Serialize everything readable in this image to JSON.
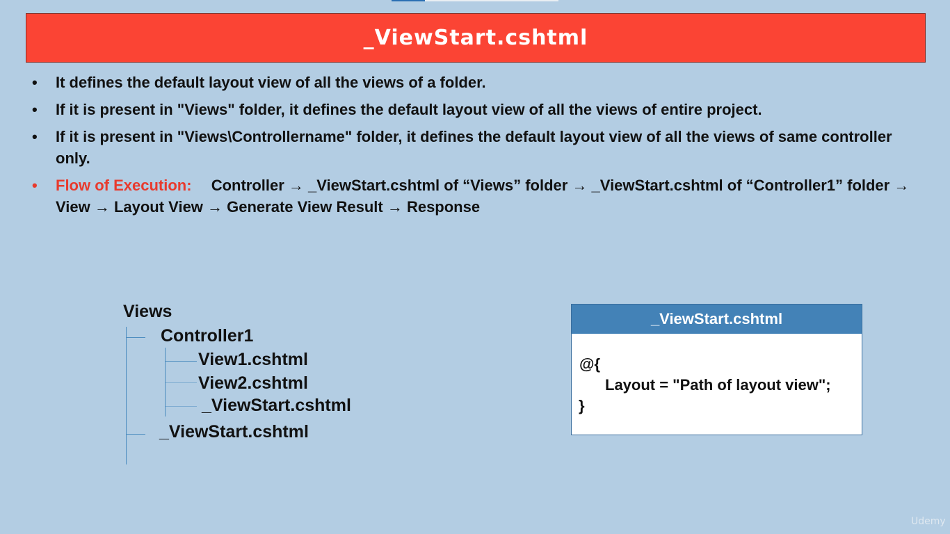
{
  "slide": {
    "title": "_ViewStart.cshtml",
    "bullets": [
      "It defines the default layout view of all the views of a folder.",
      "If it is present in \"Views\" folder, it defines the default layout view of all the views of entire project.",
      "If it is present in \"Views\\Controllername\" folder, it defines the default layout view of all the views of same controller only."
    ],
    "flow": {
      "label": "Flow of Execution:",
      "text": "Controller → _ViewStart.cshtml of “Views” folder → _ViewStart.cshtml of “Controller1” folder → View → Layout View → Generate View Result → Response"
    }
  },
  "tree": {
    "root": "Views",
    "controller": "Controller1",
    "view1": "View1.cshtml",
    "view2": "View2.cshtml",
    "controller_viewstart": "_ViewStart.cshtml",
    "root_viewstart": "_ViewStart.cshtml"
  },
  "code_box": {
    "title": "_ViewStart.cshtml",
    "line1": "@{",
    "line2": "Layout = \"Path of layout view\";",
    "line3": "}"
  },
  "colors": {
    "background": "#b3cde3",
    "banner": "#fb4434",
    "accent_red": "#e83a2d",
    "code_header": "#4382b7",
    "tree_line": "#4c8cbf"
  },
  "footer": {
    "watermark": "Udemy"
  }
}
